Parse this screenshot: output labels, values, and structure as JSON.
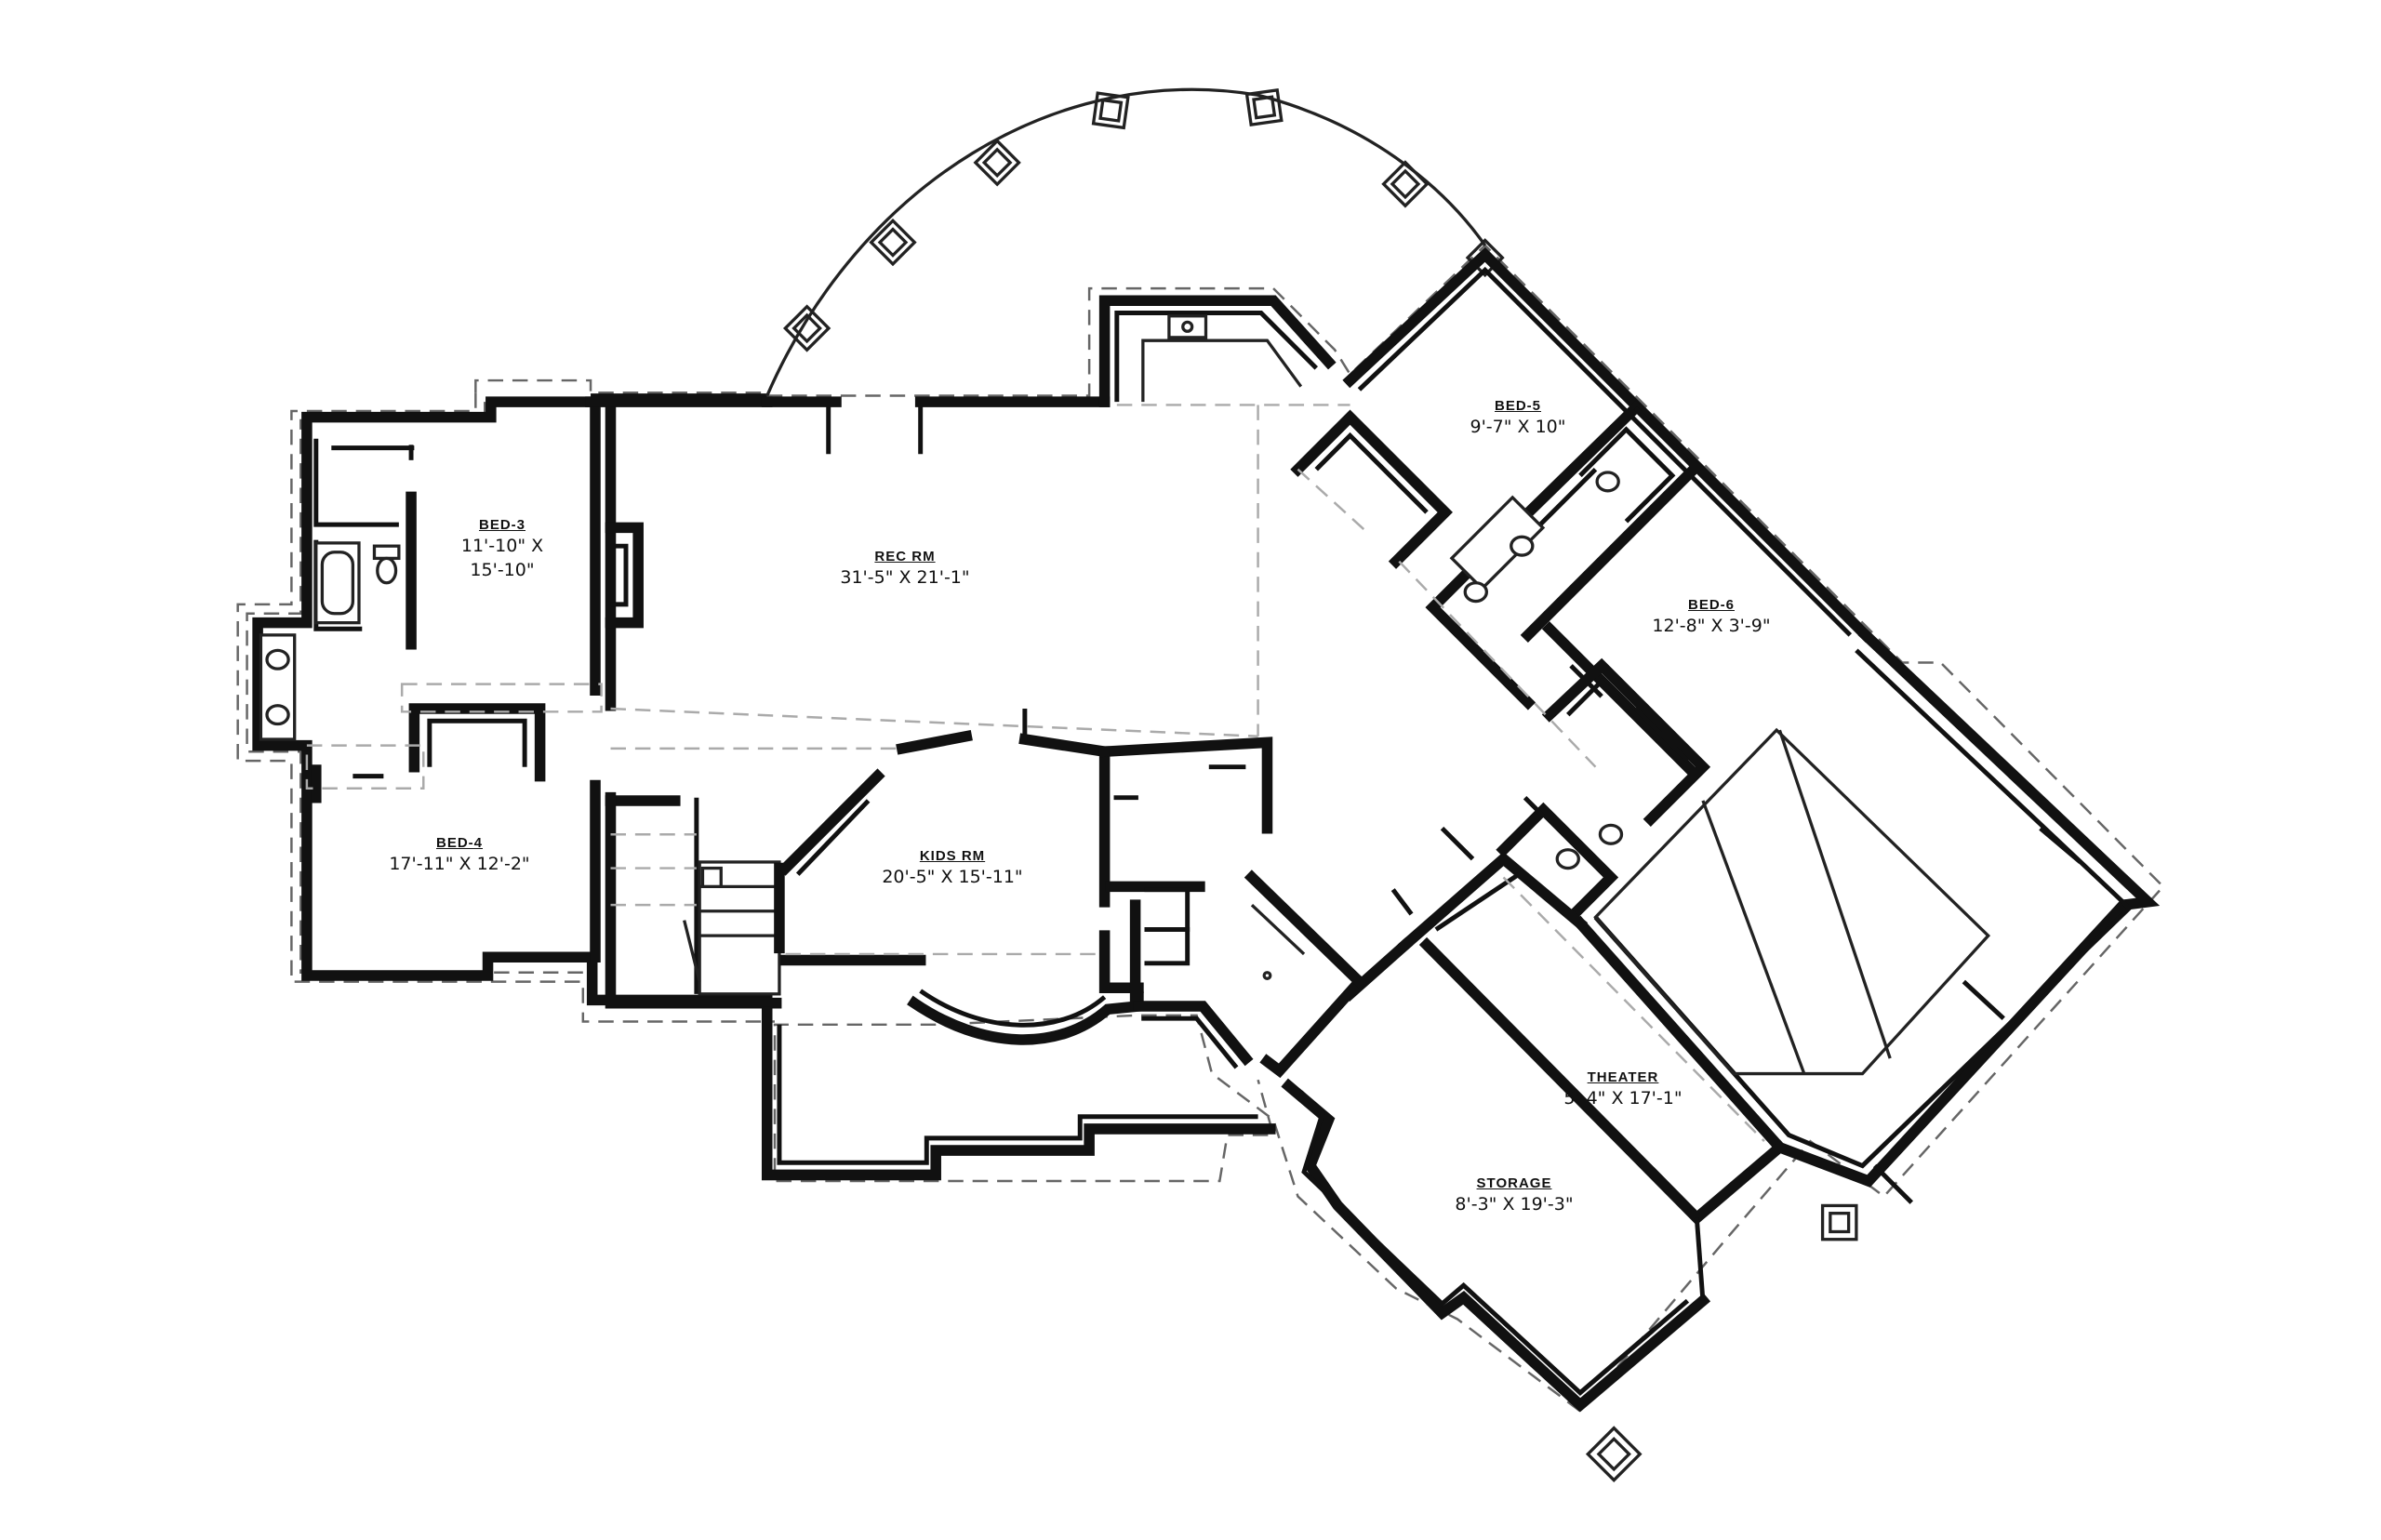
{
  "rooms": [
    {
      "name": "BED-3",
      "dims": [
        "11'-10\" X",
        "15'-10\""
      ]
    },
    {
      "name": "REC RM",
      "dims": [
        "31'-5\" X 21'-1\""
      ]
    },
    {
      "name": "BED-5",
      "dims": [
        "9'-7\" X 10\""
      ]
    },
    {
      "name": "BED-6",
      "dims": [
        "12'-8\" X 3'-9\""
      ]
    },
    {
      "name": "BED-4",
      "dims": [
        "17'-11\" X 12'-2\""
      ]
    },
    {
      "name": "KIDS RM",
      "dims": [
        "20'-5\" X 15'-11\""
      ]
    },
    {
      "name": "THEATER",
      "dims": [
        "5'-4\" X 17'-1\""
      ]
    },
    {
      "name": "STORAGE",
      "dims": [
        "8'-3\" X 19'-3\""
      ]
    }
  ]
}
